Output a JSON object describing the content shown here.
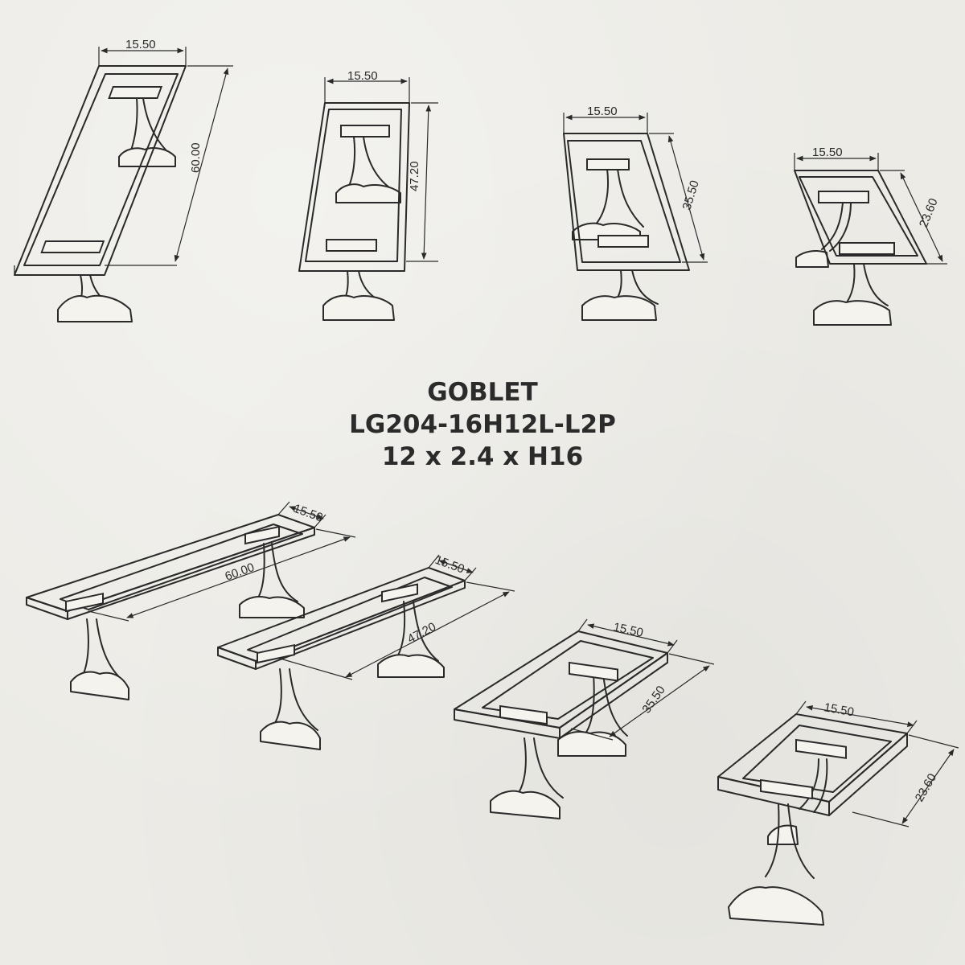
{
  "title": {
    "name": "GOBLET",
    "model": "LG204-16H12L-L2P",
    "size": "12 x 2.4 x H16"
  },
  "dimensions": {
    "width": "15.50",
    "lengths": [
      "60.00",
      "47.20",
      "35.50",
      "23.60"
    ]
  },
  "views": {
    "top_row": [
      "frame-60",
      "frame-47",
      "frame-35",
      "frame-23"
    ],
    "bottom_row": [
      "frame-60",
      "frame-47",
      "frame-35",
      "frame-23"
    ]
  },
  "colors": {
    "background": "#ecebe6",
    "line": "#2a2a2a",
    "text": "#2b2b2b"
  }
}
